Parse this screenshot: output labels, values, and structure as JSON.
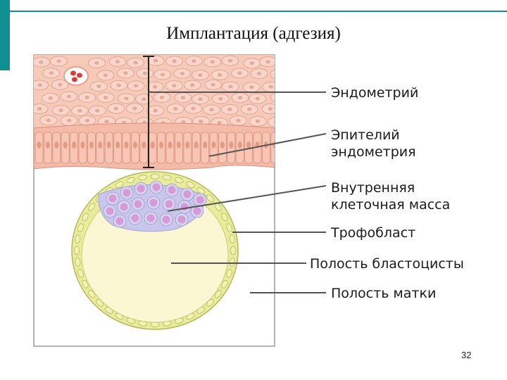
{
  "slide": {
    "title": "Имплантация (адгезия)",
    "page_number": "32"
  },
  "labels": {
    "endometrium": "Эндометрий",
    "epithelium_line1": "Эпителий",
    "epithelium_line2": "эндометрия",
    "inner_mass_line1": "Внутренняя",
    "inner_mass_line2": "клеточная масса",
    "trophoblast": "Трофобласт",
    "blastocyst_cavity": "Полость бластоцисты",
    "uterine_cavity": "Полость матки"
  },
  "colors": {
    "accent": "#0f8f8f",
    "endometrium_fill": "#f6c9b8",
    "epithelium_fill": "#f4bba8",
    "trophoblast_fill": "#e9ec9a",
    "blastocyst_cavity_fill": "#fbf7d2",
    "inner_mass_fill": "#c8c6ea",
    "inner_mass_nuclei": "#d59ad7"
  }
}
